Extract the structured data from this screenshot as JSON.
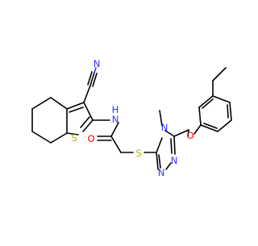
{
  "molecule": {
    "atoms": {
      "N_nitrile": "N",
      "N_amide": "N",
      "H_amide": "H",
      "O_carbonyl": "O",
      "S_thiophene": "S",
      "S_thioether": "S",
      "N4": "N",
      "N2": "N",
      "N1": "N",
      "O_ether": "O"
    },
    "methyl_label": "methyl"
  },
  "colors": {
    "bond": "#000000",
    "nitrogen": "#3333ff",
    "oxygen": "#ff0000",
    "sulfur": "#b2b200",
    "carbon": "#000000"
  }
}
